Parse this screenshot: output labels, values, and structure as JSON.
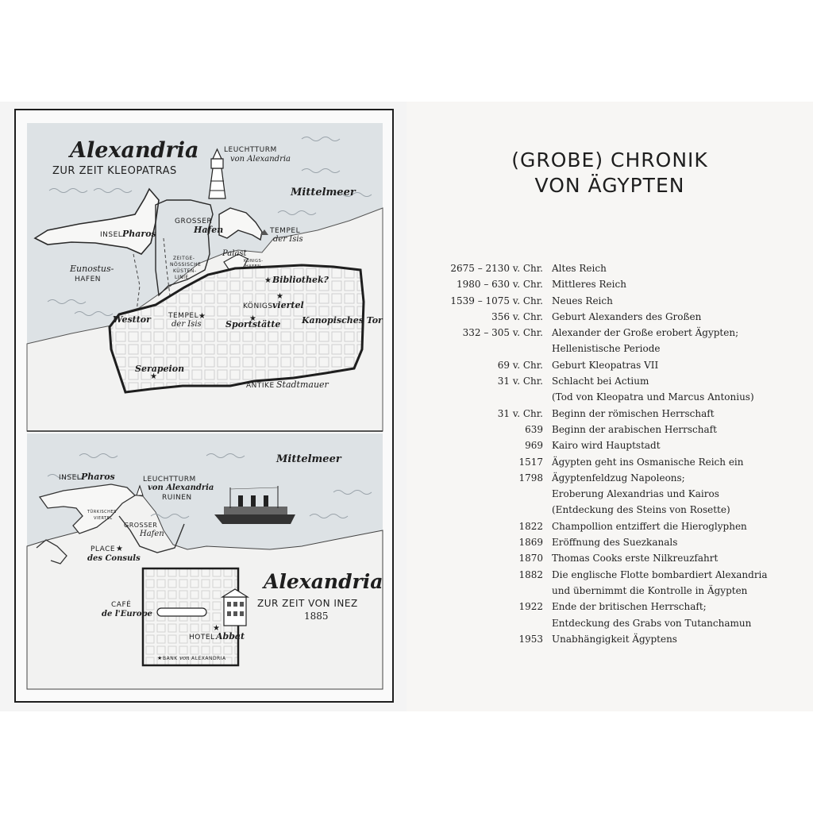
{
  "map1": {
    "title": "Alexandria",
    "subtitle": "ZUR ZEIT KLEOPATRAS",
    "labels": {
      "leuchtturm_caps": "LEUCHTTURM",
      "leuchtturm_script": "von Alexandria",
      "mittelmeer": "Mittelmeer",
      "insel_caps": "INSEL",
      "insel_script": "Pharos",
      "grosser_caps": "GROSSER",
      "hafen_script": "Hafen",
      "tempel_caps": "TEMPEL",
      "isis_script": "der Isis",
      "eunostus_script": "Eunostus-",
      "eunostus_caps": "HAFEN",
      "kuestenlinie": [
        "ZEITGE-",
        "NÖSSISCHE",
        "KÜSTEN-",
        "LINIE"
      ],
      "palast": "Palast",
      "koenigshafen": [
        "KÖNIGS-",
        "HAFEN"
      ],
      "bibliothek": "Bibliothek?",
      "koenigsviertel_caps": "KÖNIGS",
      "koenigsviertel_script": "viertel",
      "westtor": "Westtor",
      "tempel2_caps": "TEMPEL",
      "isis2_script": "der Isis",
      "sportstaette": "Sportstätte",
      "kanopisches_tor": "Kanopisches Tor",
      "serapeion": "Serapeion",
      "antike_caps": "ANTIKE",
      "stadtmauer_script": "Stadtmauer"
    }
  },
  "map2": {
    "title": "Alexandria",
    "subtitle": "ZUR ZEIT VON INEZ",
    "year": "1885",
    "labels": {
      "mittelmeer": "Mittelmeer",
      "insel_caps": "INSEL",
      "insel_script": "Pharos",
      "leuchtturm_caps": "LEUCHTTURM",
      "leuchtturm_script": "von Alexandria",
      "ruinen": "RUINEN",
      "tuerkisches": [
        "TÜRKISCHES",
        "VIERTEL"
      ],
      "grosser_caps": "GROSSER",
      "hafen_script": "Hafen",
      "place_caps": "PLACE",
      "consuls_script": "des Consuls",
      "cafe_caps": "CAFÉ",
      "europe_script": "de l'Europe",
      "hotel_caps": "HOTEL",
      "abbat_script": "Abbat",
      "bank_caps_1": "BANK",
      "bank_script": "von",
      "bank_caps_2": "ALEXANDRIA"
    }
  },
  "chronicle": {
    "title_line1": "(GROBE) CHRONIK",
    "title_line2": "VON ÄGYPTEN",
    "rows": [
      {
        "date": "2675 – 2130 v. Chr.",
        "event": "Altes Reich"
      },
      {
        "date": "1980 – 630 v. Chr.",
        "event": "Mittleres Reich"
      },
      {
        "date": "1539 – 1075 v. Chr.",
        "event": "Neues Reich"
      },
      {
        "date": "356 v. Chr.",
        "event": "Geburt Alexanders des Großen"
      },
      {
        "date": "332 – 305 v. Chr.",
        "event": "Alexander der Große erobert Ägypten;"
      },
      {
        "date": "",
        "event": "Hellenistische Periode"
      },
      {
        "date": "69 v. Chr.",
        "event": "Geburt Kleopatras VII"
      },
      {
        "date": "31 v. Chr.",
        "event": "Schlacht bei Actium"
      },
      {
        "date": "",
        "event": "(Tod von Kleopatra und Marcus Antonius)"
      },
      {
        "date": "31 v. Chr.",
        "event": "Beginn der römischen Herrschaft"
      },
      {
        "date": "639",
        "event": "Beginn der arabischen Herrschaft"
      },
      {
        "date": "969",
        "event": "Kairo wird Hauptstadt"
      },
      {
        "date": "1517",
        "event": "Ägypten geht ins Osmanische Reich ein"
      },
      {
        "date": "1798",
        "event": "Ägyptenfeldzug Napoleons;"
      },
      {
        "date": "",
        "event": "Eroberung Alexandrias und Kairos"
      },
      {
        "date": "",
        "event": "(Entdeckung des Steins von Rosette)"
      },
      {
        "date": "1822",
        "event": "Champollion entziffert die Hieroglyphen"
      },
      {
        "date": "1869",
        "event": "Eröffnung des Suezkanals"
      },
      {
        "date": "1870",
        "event": "Thomas Cooks erste Nilkreuzfahrt"
      },
      {
        "date": "1882",
        "event": "Die englische Flotte bombardiert Alexandria"
      },
      {
        "date": "",
        "event": "und übernimmt die Kontrolle in Ägypten"
      },
      {
        "date": "1922",
        "event": "Ende der britischen Herrschaft;"
      },
      {
        "date": "",
        "event": "Entdeckung des Grabs von Tutanchamun"
      },
      {
        "date": "1953",
        "event": "Unabhängigkeit Ägyptens"
      }
    ]
  },
  "colors": {
    "sea": "#dfe3e6",
    "ink": "#1e1e1e",
    "land": "#f3f3f2",
    "grid": "#c9c9c9"
  }
}
